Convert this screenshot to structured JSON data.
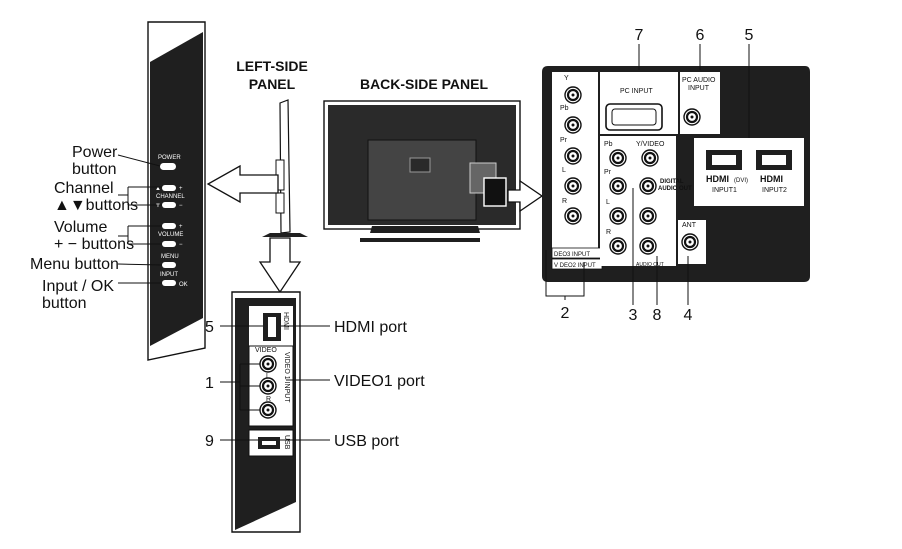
{
  "headers": {
    "left_side": [
      "LEFT-SIDE",
      "PANEL"
    ],
    "back_side": "BACK-SIDE PANEL"
  },
  "left_labels": {
    "power": [
      "Power",
      "button"
    ],
    "channel": [
      "Channel",
      "▲▼buttons"
    ],
    "volume": [
      "Volume",
      "+ − buttons"
    ],
    "menu": "Menu button",
    "input": [
      "Input / OK",
      "button"
    ]
  },
  "side_panel_text": {
    "power": "POWER",
    "channel": "CHANNEL",
    "volume": "VOLUME",
    "menu": "MENU",
    "input": "INPUT",
    "ok": "OK"
  },
  "bottom_labels": {
    "hdmi": "HDMI port",
    "video1": "VIDEO1 port",
    "usb": "USB port"
  },
  "bottom_numbers": {
    "hdmi": "5",
    "video1": "1",
    "usb": "9"
  },
  "bottom_panel_text": {
    "video": "VIDEO",
    "l": "L",
    "r": "R",
    "video1_input": "VIDEO 1 INPUT",
    "usb": "USB",
    "hdmi": "HDMI"
  },
  "back_numbers": {
    "top": [
      "7",
      "6",
      "5"
    ],
    "bottom": [
      "2",
      "3",
      "8",
      "4"
    ]
  },
  "back_panel_text": {
    "pc_input": "PC INPUT",
    "pc_audio": [
      "PC AUDIO",
      "INPUT"
    ],
    "y": "Y",
    "pb": "Pb",
    "pr": "Pr",
    "l": "L",
    "r": "R",
    "y_video": "Y/VIDEO",
    "digital_audio": [
      "DIGITAL",
      "AUDIO OUT"
    ],
    "audio_out": "AUDIO OUT",
    "video3": "DEO3 INPUT",
    "video2": "V DEO2 INPUT",
    "ant": "ANT",
    "hdmi1": [
      "HDMI",
      "(DVI)",
      "INPUT1"
    ],
    "hdmi2": [
      "HDMI",
      "INPUT2"
    ]
  }
}
